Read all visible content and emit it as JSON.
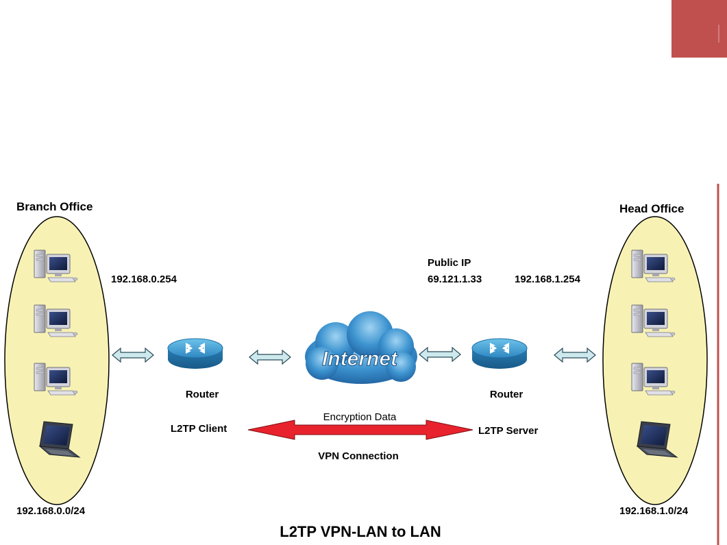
{
  "branch": {
    "title": "Branch Office",
    "gateway_ip": "192.168.0.254",
    "subnet": "192.168.0.0/24",
    "router_label": "Router",
    "vpn_role": "L2TP Client"
  },
  "head": {
    "title": "Head Office",
    "public_ip_label": "Public IP",
    "public_ip": "69.121.1.33",
    "gateway_ip": "192.168.1.254",
    "subnet": "192.168.1.0/24",
    "router_label": "Router",
    "vpn_role": "L2TP Server"
  },
  "internet_label": "Internet",
  "tunnel": {
    "top_label": "Encryption Data",
    "bottom_label": "VPN Connection"
  },
  "caption": "L2TP VPN-LAN to LAN",
  "colors": {
    "accent_tab": "#c0504d",
    "ellipse_fill": "#f7f2b4",
    "cloud": "#3c93cf",
    "router": "#3f9fd1",
    "arrow_fill": "#cde9ee",
    "tunnel_arrow": "#e8232d"
  }
}
